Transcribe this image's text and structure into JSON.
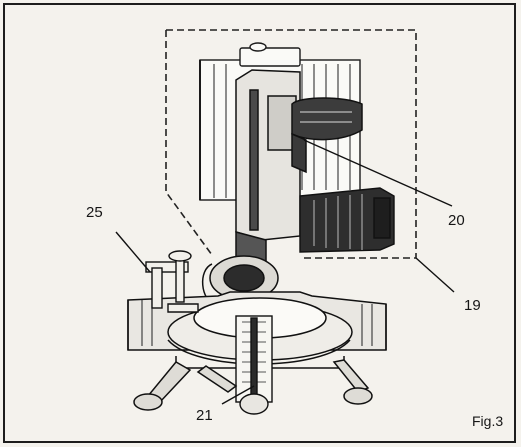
{
  "figure": {
    "label": "Fig.3",
    "callouts": {
      "c20": "20",
      "c19": "19",
      "c25": "25",
      "c21": "21"
    }
  }
}
